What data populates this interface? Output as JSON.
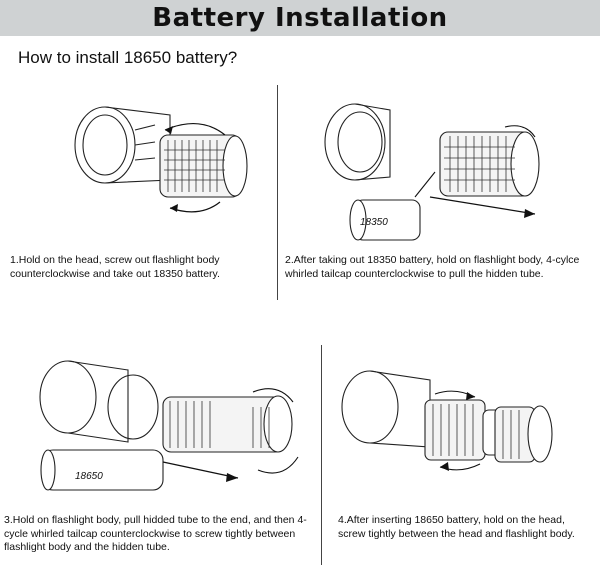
{
  "header": {
    "title": "Battery Installation"
  },
  "subtitle": "How to install 18650 battery?",
  "steps": [
    {
      "text": "1.Hold on the head, screw out flashlight body counterclockwise and take out 18350 battery."
    },
    {
      "text": "2.After taking out 18350 battery, hold on flashlight body, 4-cylce whirled tailcap counterclockwise to pull the hidden tube."
    },
    {
      "text": "3.Hold on flashlight body, pull hidded tube to the end, and then 4-cycle whirled tailcap counterclockwise to screw tightly between flashlight body and the hidden tube."
    },
    {
      "text": "4.After inserting 18650 battery, hold on the head, screw tightly between the head and flashlight body."
    }
  ],
  "batteries": {
    "small": "18350",
    "large": "18650"
  }
}
